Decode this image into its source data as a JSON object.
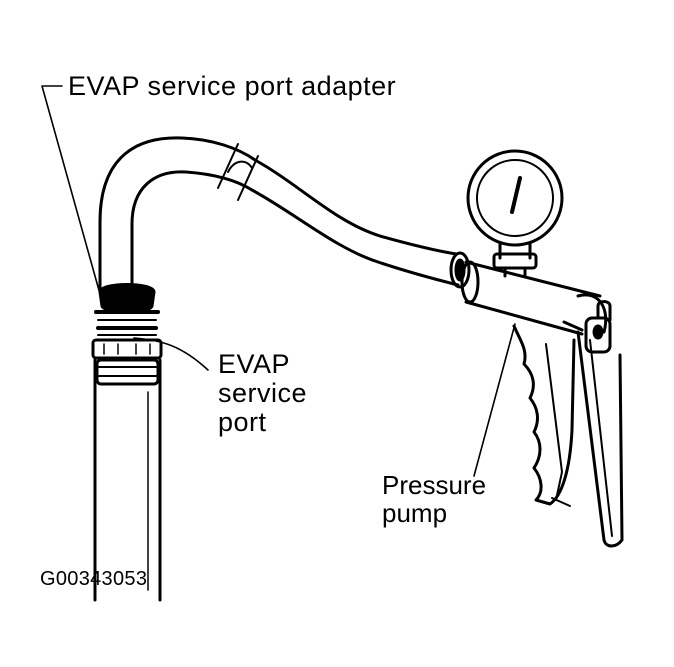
{
  "labels": {
    "adapter": "EVAP service port adapter",
    "port_line1": "EVAP",
    "port_line2": "service",
    "port_line3": "port",
    "pump_line1": "Pressure",
    "pump_line2": "pump"
  },
  "figure_id": "G00343053",
  "colors": {
    "ink": "#000000",
    "paper": "#ffffff"
  }
}
